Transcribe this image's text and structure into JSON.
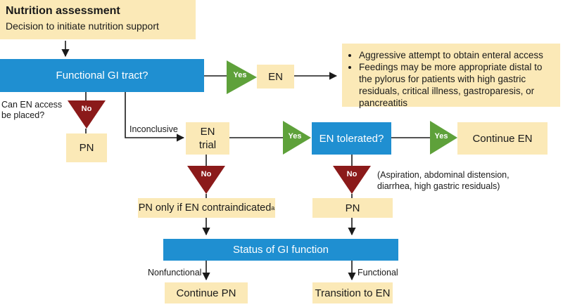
{
  "header": {
    "title": "Nutrition assessment",
    "subtitle": "Decision to initiate nutrition support"
  },
  "nodes": {
    "functional_gi": "Functional GI tract?",
    "en_top": "EN",
    "en_trial": "EN\ntrial",
    "en_tolerated": "EN tolerated?",
    "continue_en": "Continue EN",
    "pn_left": "PN",
    "pn_contra": "PN only if EN contraindicated",
    "pn_contra_sup": "a",
    "pn_mid": "PN",
    "status_gi": "Status of GI function",
    "continue_pn": "Continue PN",
    "transition_en": "Transition to EN"
  },
  "bullets": [
    "Aggressive attempt to obtain enteral access",
    "Feedings may be more appropriate distal to the pylorus for patients with high gastric residuals, critical illness, gastroparesis, or pancreatitis"
  ],
  "labels": {
    "yes": "Yes",
    "no": "No",
    "can_en": "Can EN access\nbe placed?",
    "inconclusive": "Inconclusive",
    "symptoms": "(Aspiration, abdominal distension,\ndiarrhea, high gastric residuals)",
    "nonfunctional": "Nonfunctional",
    "functional": "Functional"
  },
  "colors": {
    "blue": "#1f8fd1",
    "yellow": "#fbe9b7",
    "green": "#5ea13a",
    "red": "#8b1a1a"
  }
}
